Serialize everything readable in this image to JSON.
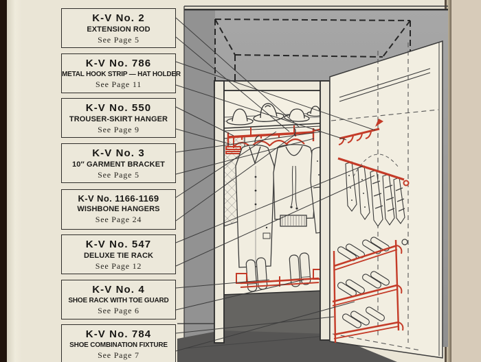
{
  "page": {
    "kind": "vintage hardware catalog page – closet fixtures diagram"
  },
  "colors": {
    "accent_red": "#c43b28",
    "wall_gray": "#9e9e9e",
    "floor_gray": "#5e5d5b",
    "paper_cream": "#eae5d6",
    "page_edge_beige": "#d7cbb9",
    "line_ink": "#333333"
  },
  "callouts": [
    {
      "model": "K-V No. 2",
      "name": "EXTENSION ROD",
      "page": "See Page 5"
    },
    {
      "model": "K-V No. 786",
      "name": "METAL HOOK STRIP — HAT HOLDER",
      "page": "See Page 11"
    },
    {
      "model": "K-V No. 550",
      "name": "TROUSER-SKIRT HANGER",
      "page": "See Page 9"
    },
    {
      "model": "K-V No. 3",
      "name": "10″ GARMENT BRACKET",
      "page": "See Page 5"
    },
    {
      "model": "K-V No. 1166-1169",
      "name": "WISHBONE HANGERS",
      "page": "See Page 24"
    },
    {
      "model": "K-V No. 547",
      "name": "DELUXE TIE RACK",
      "page": "See Page 12"
    },
    {
      "model": "K-V No. 4",
      "name": "SHOE RACK WITH TOE GUARD",
      "page": "See Page 6"
    },
    {
      "model": "K-V No. 784",
      "name": "SHOE COMBINATION FIXTURE",
      "page": "See Page 7"
    }
  ]
}
